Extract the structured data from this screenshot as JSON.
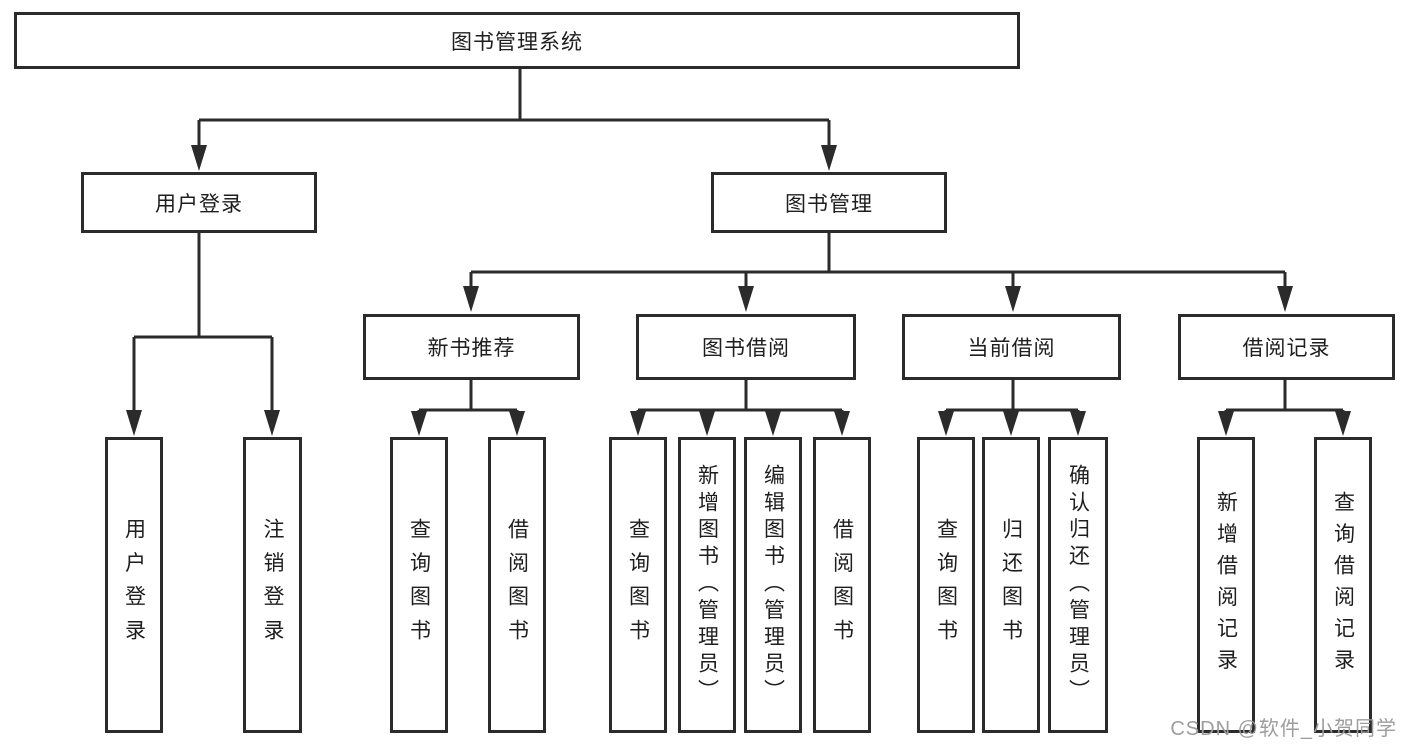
{
  "diagram": {
    "root": {
      "id": "library-management-system",
      "label": "图书管理系统"
    },
    "level2": [
      {
        "id": "user-login",
        "label": "用户登录",
        "parent": "library-management-system"
      },
      {
        "id": "book-management",
        "label": "图书管理",
        "parent": "library-management-system"
      }
    ],
    "level3": [
      {
        "id": "new-book-recommend",
        "label": "新书推荐",
        "parent": "book-management"
      },
      {
        "id": "book-borrowing",
        "label": "图书借阅",
        "parent": "book-management"
      },
      {
        "id": "current-borrowing",
        "label": "当前借阅",
        "parent": "book-management"
      },
      {
        "id": "borrowing-records",
        "label": "借阅记录",
        "parent": "book-management"
      }
    ],
    "leaves": [
      {
        "id": "user-login-action",
        "label": "用户登录",
        "parent": "user-login"
      },
      {
        "id": "logout-action",
        "label": "注销登录",
        "parent": "user-login"
      },
      {
        "id": "query-books-recommend",
        "label": "查询图书",
        "parent": "new-book-recommend"
      },
      {
        "id": "borrow-books-recommend",
        "label": "借阅图书",
        "parent": "new-book-recommend"
      },
      {
        "id": "query-books-borrowing",
        "label": "查询图书",
        "parent": "book-borrowing"
      },
      {
        "id": "add-books-admin",
        "label": "新增图书（管理员）",
        "parent": "book-borrowing"
      },
      {
        "id": "edit-books-admin",
        "label": "编辑图书（管理员）",
        "parent": "book-borrowing"
      },
      {
        "id": "borrow-books-borrowing",
        "label": "借阅图书",
        "parent": "book-borrowing"
      },
      {
        "id": "query-books-current",
        "label": "查询图书",
        "parent": "current-borrowing"
      },
      {
        "id": "return-books",
        "label": "归还图书",
        "parent": "current-borrowing"
      },
      {
        "id": "confirm-return-admin",
        "label": "确认归还（管理员）",
        "parent": "current-borrowing"
      },
      {
        "id": "add-borrowing-record",
        "label": "新增借阅记录",
        "parent": "borrowing-records"
      },
      {
        "id": "query-borrowing-record",
        "label": "查询借阅记录",
        "parent": "borrowing-records"
      }
    ]
  },
  "watermark": {
    "text": "CSDN @软件_小贺同学",
    "color": "#9d9d9d"
  },
  "colors": {
    "line": "#2b2b2b",
    "box_border": "#2b2b2b",
    "text": "#1e1e1e",
    "background": "#ffffff"
  }
}
